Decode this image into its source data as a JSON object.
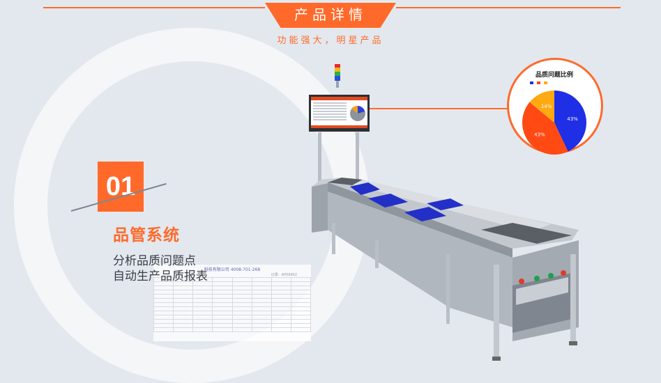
{
  "header": {
    "title": "产品详情",
    "subtitle": "功能强大，明星产品",
    "accent_color": "#ff6a2b"
  },
  "section": {
    "number": "01",
    "title": "品管系统",
    "line1": "分析品质问题点",
    "line2": "自动生产品质报表"
  },
  "report": {
    "company": "科技有限公司 4008-701-268",
    "code": "记录：AP09902"
  },
  "chart_data": {
    "type": "pie",
    "title": "品质问题比例",
    "slices": [
      {
        "label": "",
        "value": 43,
        "color": "#1f2fe6"
      },
      {
        "label": "",
        "value": 43,
        "color": "#ff4a14"
      },
      {
        "label": "",
        "value": 14,
        "color": "#ffaa12"
      }
    ],
    "labels": [
      "43%",
      "43%",
      "14%"
    ]
  },
  "icons": {
    "signal_light": "signal-tower-icon"
  }
}
